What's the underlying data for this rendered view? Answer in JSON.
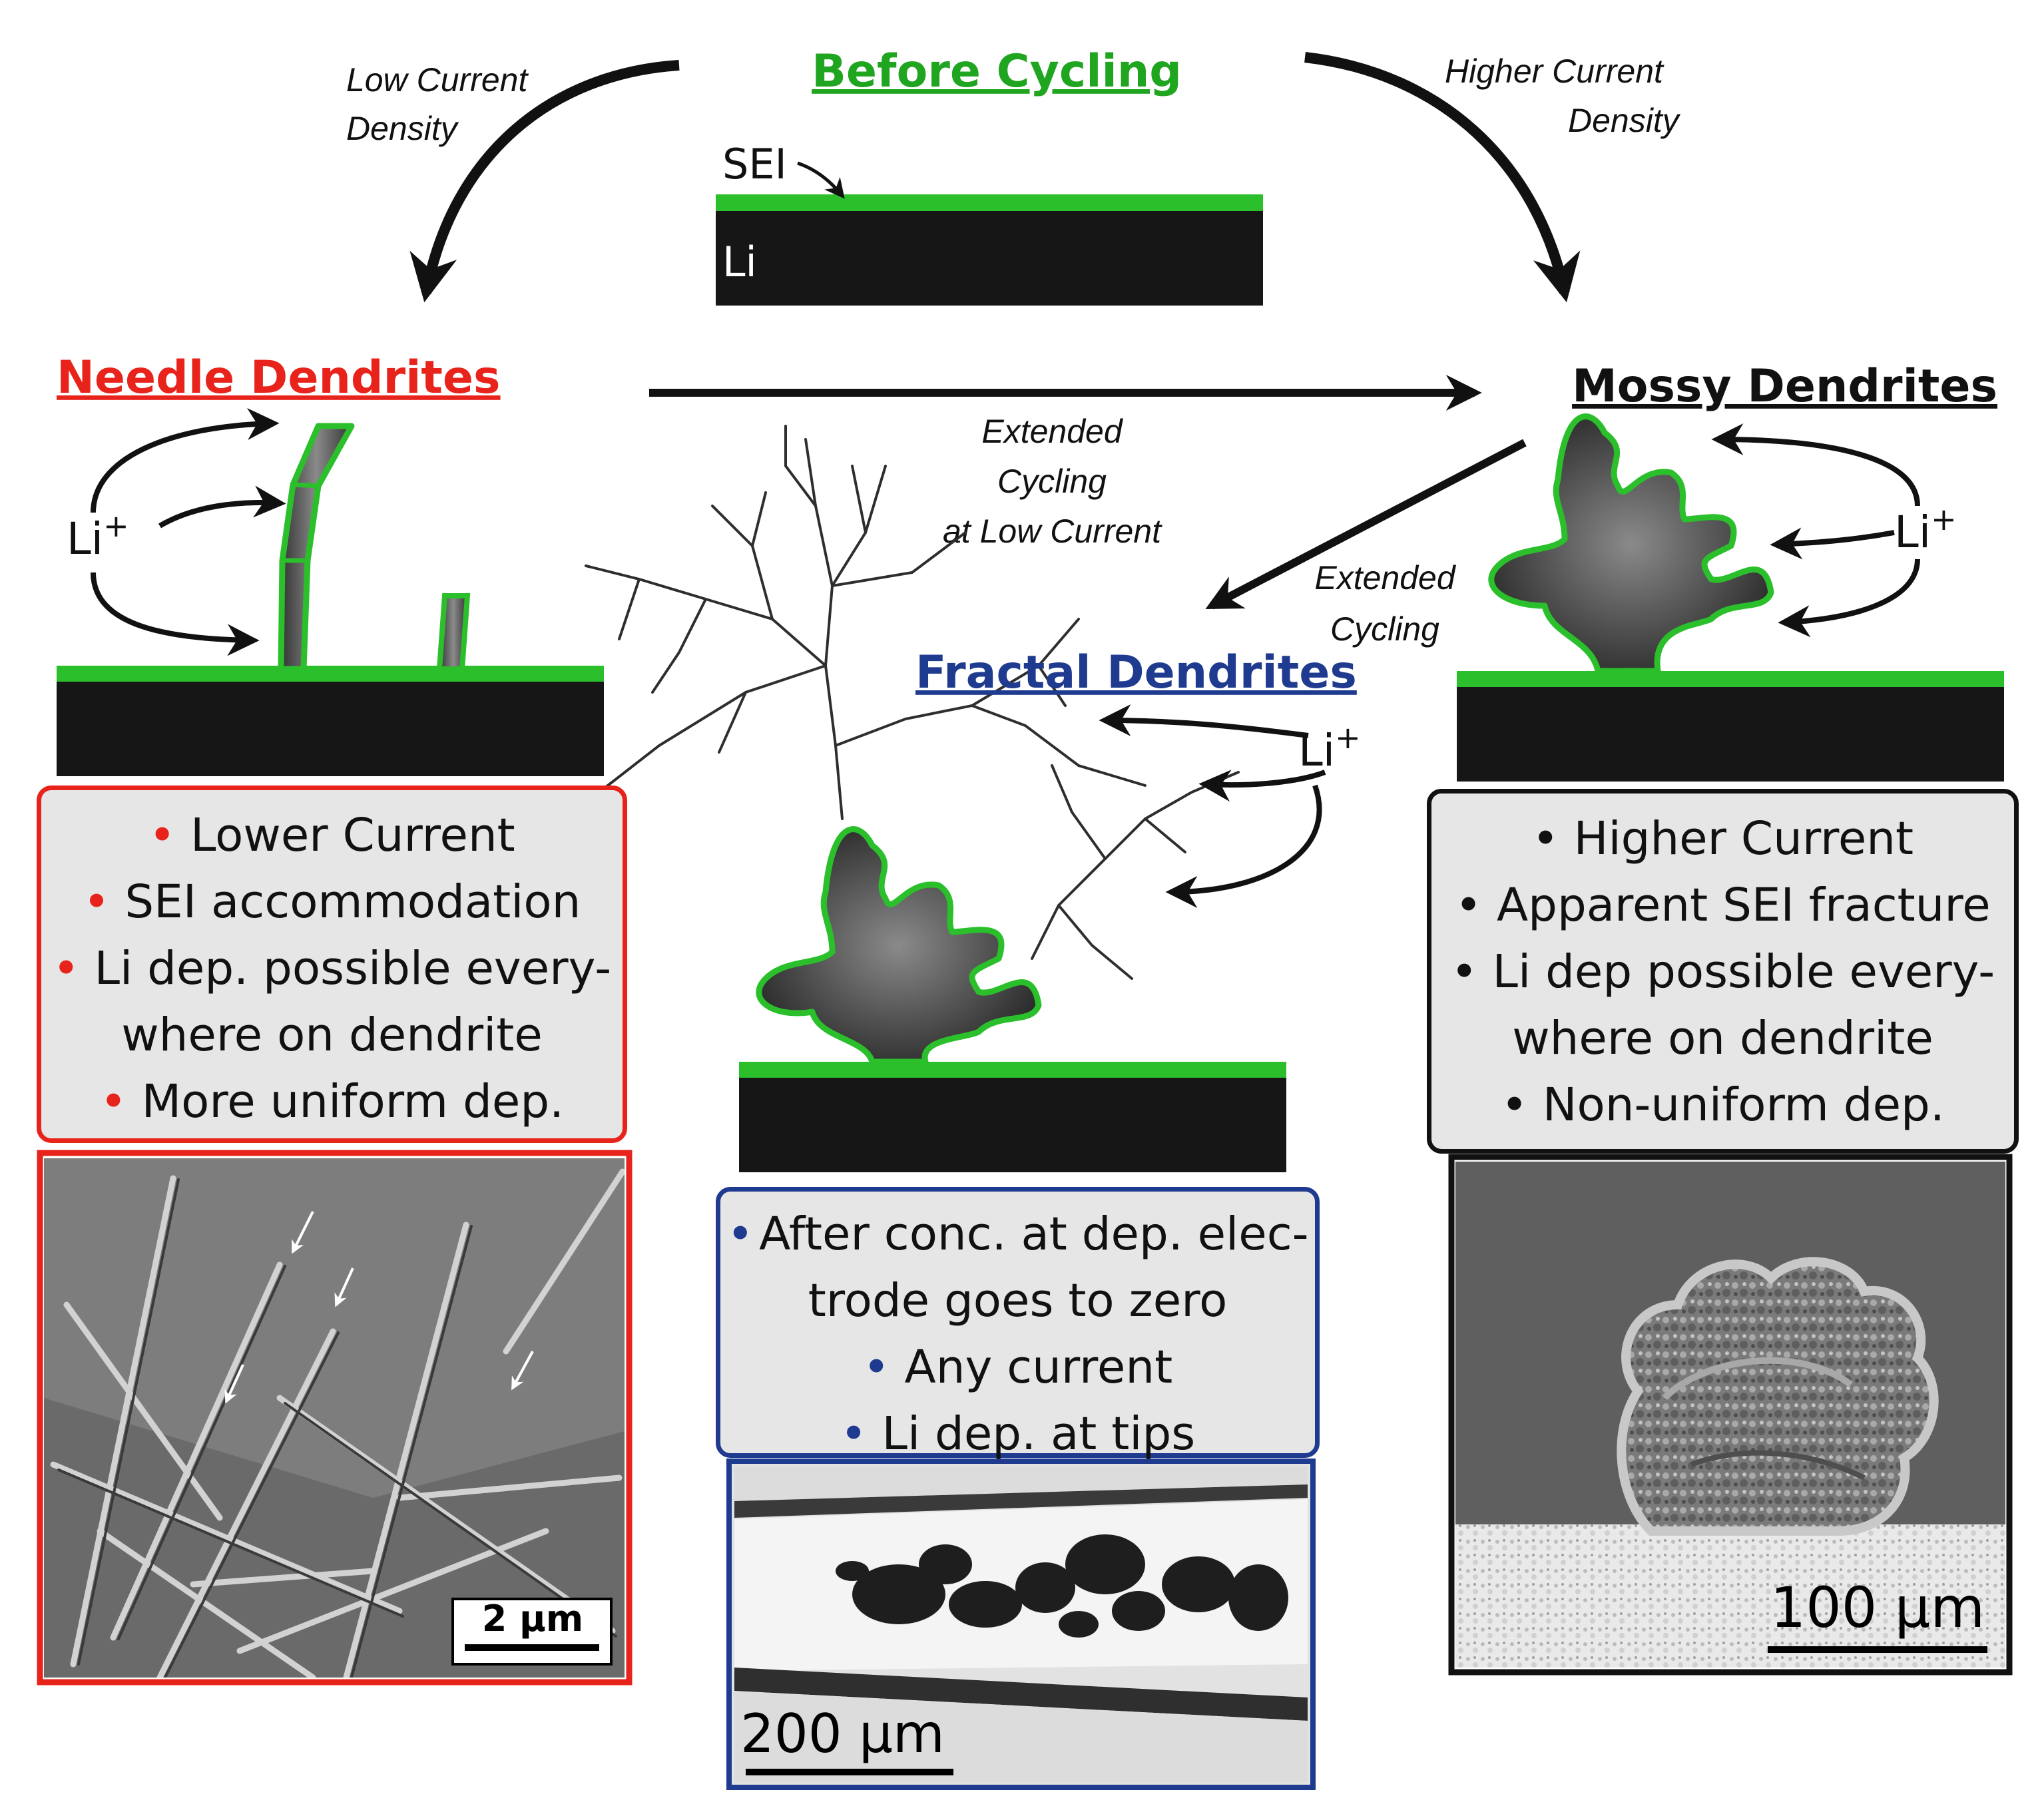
{
  "before": {
    "title": "Before Cycling",
    "sei": "SEI",
    "li": "Li"
  },
  "arrows": {
    "low_current": [
      "Low Current",
      "Density"
    ],
    "higher_current": [
      "Higher Current",
      "Density"
    ],
    "extended_low": [
      "Extended",
      "Cycling",
      "at Low Current"
    ],
    "extended": [
      "Extended",
      "Cycling"
    ]
  },
  "ion": {
    "base": "Li",
    "sup": "+"
  },
  "needle": {
    "title": "Needle Dendrites",
    "bullets": [
      "Lower Current",
      "SEI accommodation",
      "Li dep. possible every-",
      "where on dendrite",
      "More uniform dep."
    ],
    "scale": "2 µm"
  },
  "fractal": {
    "title": "Fractal Dendrites",
    "bullets": [
      "After conc. at dep. elec-",
      "trode goes to zero",
      "Any current",
      "Li dep. at tips"
    ],
    "scale": "200 µm"
  },
  "mossy": {
    "title": "Mossy Dendrites",
    "bullets": [
      "Higher Current",
      "Apparent SEI fracture",
      "Li dep possible every-",
      "where on dendrite",
      "Non-uniform dep."
    ],
    "scale": "100 µm"
  },
  "colors": {
    "sei_green": "#2bbf2b",
    "needle_red": "#e8231b",
    "fractal_blue": "#1f3b8f",
    "mossy_black": "#111111"
  }
}
